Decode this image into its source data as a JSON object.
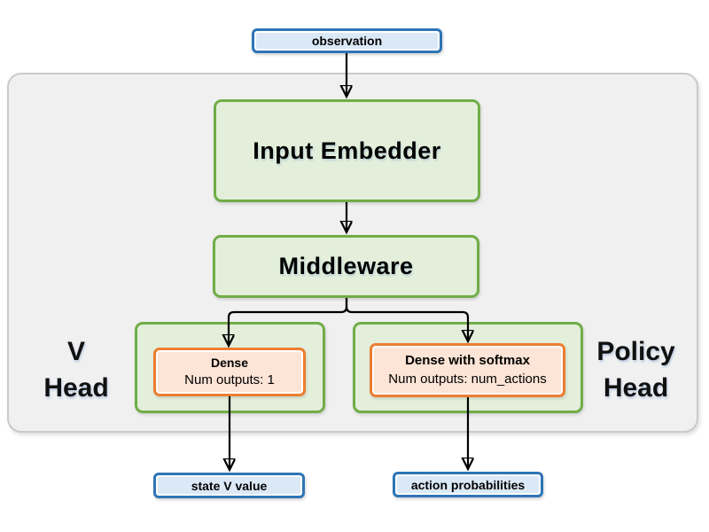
{
  "diagram": {
    "nodes": {
      "observation": {
        "label": "observation"
      },
      "input_embedder": {
        "label": "Input Embedder"
      },
      "middleware": {
        "label": "Middleware"
      },
      "v_head": {
        "label_line1": "V",
        "label_line2": "Head",
        "dense_title": "Dense",
        "dense_subtitle": "Num outputs: 1"
      },
      "policy_head": {
        "label_line1": "Policy",
        "label_line2": "Head",
        "dense_title": "Dense with softmax",
        "dense_subtitle": "Num outputs: num_actions"
      },
      "state_v_value": {
        "label": "state V value"
      },
      "action_probabilities": {
        "label": "action probabilities"
      }
    },
    "colors": {
      "blue_border": "#2e75b6",
      "blue_fill": "#dbe9f7",
      "green_border": "#70ad47",
      "green_fill": "#e3efda",
      "orange_border": "#ed7d31",
      "orange_fill": "#fce4d6",
      "container_fill": "#f0f0f1",
      "container_border": "#c9cacb",
      "arrow": "#000000"
    }
  }
}
